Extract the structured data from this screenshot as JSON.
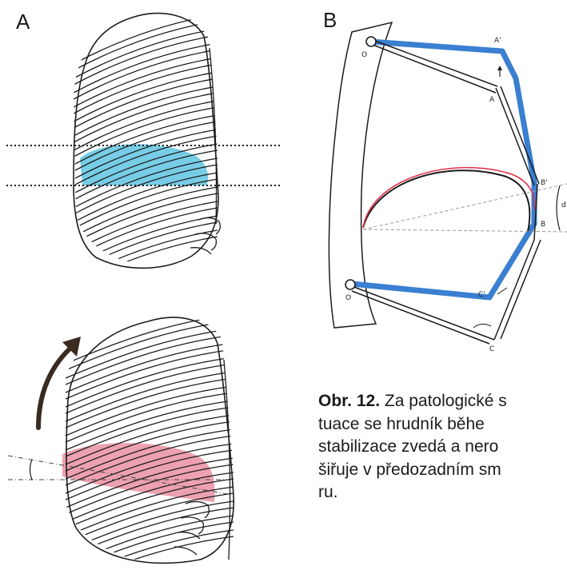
{
  "figure": {
    "panel_a_label": "A",
    "panel_b_label": "B",
    "colors": {
      "line": "#1c1c1c",
      "blue_zone": "#5fc4e0",
      "red_zone": "#e88a9c",
      "blue_lever": "#3a7fd1",
      "red_arc": "#e0304a"
    },
    "icons": [
      "rib-cage-illustration",
      "rotation-arrow-icon",
      "lever-model"
    ],
    "point_labels": {
      "o_top": "O",
      "o_bottom": "O",
      "a_prime": "A'",
      "a": "A",
      "b_prime": "B'",
      "b": "B",
      "c_prime": "C'",
      "c": "C",
      "d": "d"
    }
  },
  "caption": {
    "number": "Obr. 12.",
    "lines": [
      " Za patologické s",
      "tuace se hrudník běhe",
      "stabilizace zvedá a nero",
      "šiřuje v předozadním sm",
      "ru."
    ]
  }
}
